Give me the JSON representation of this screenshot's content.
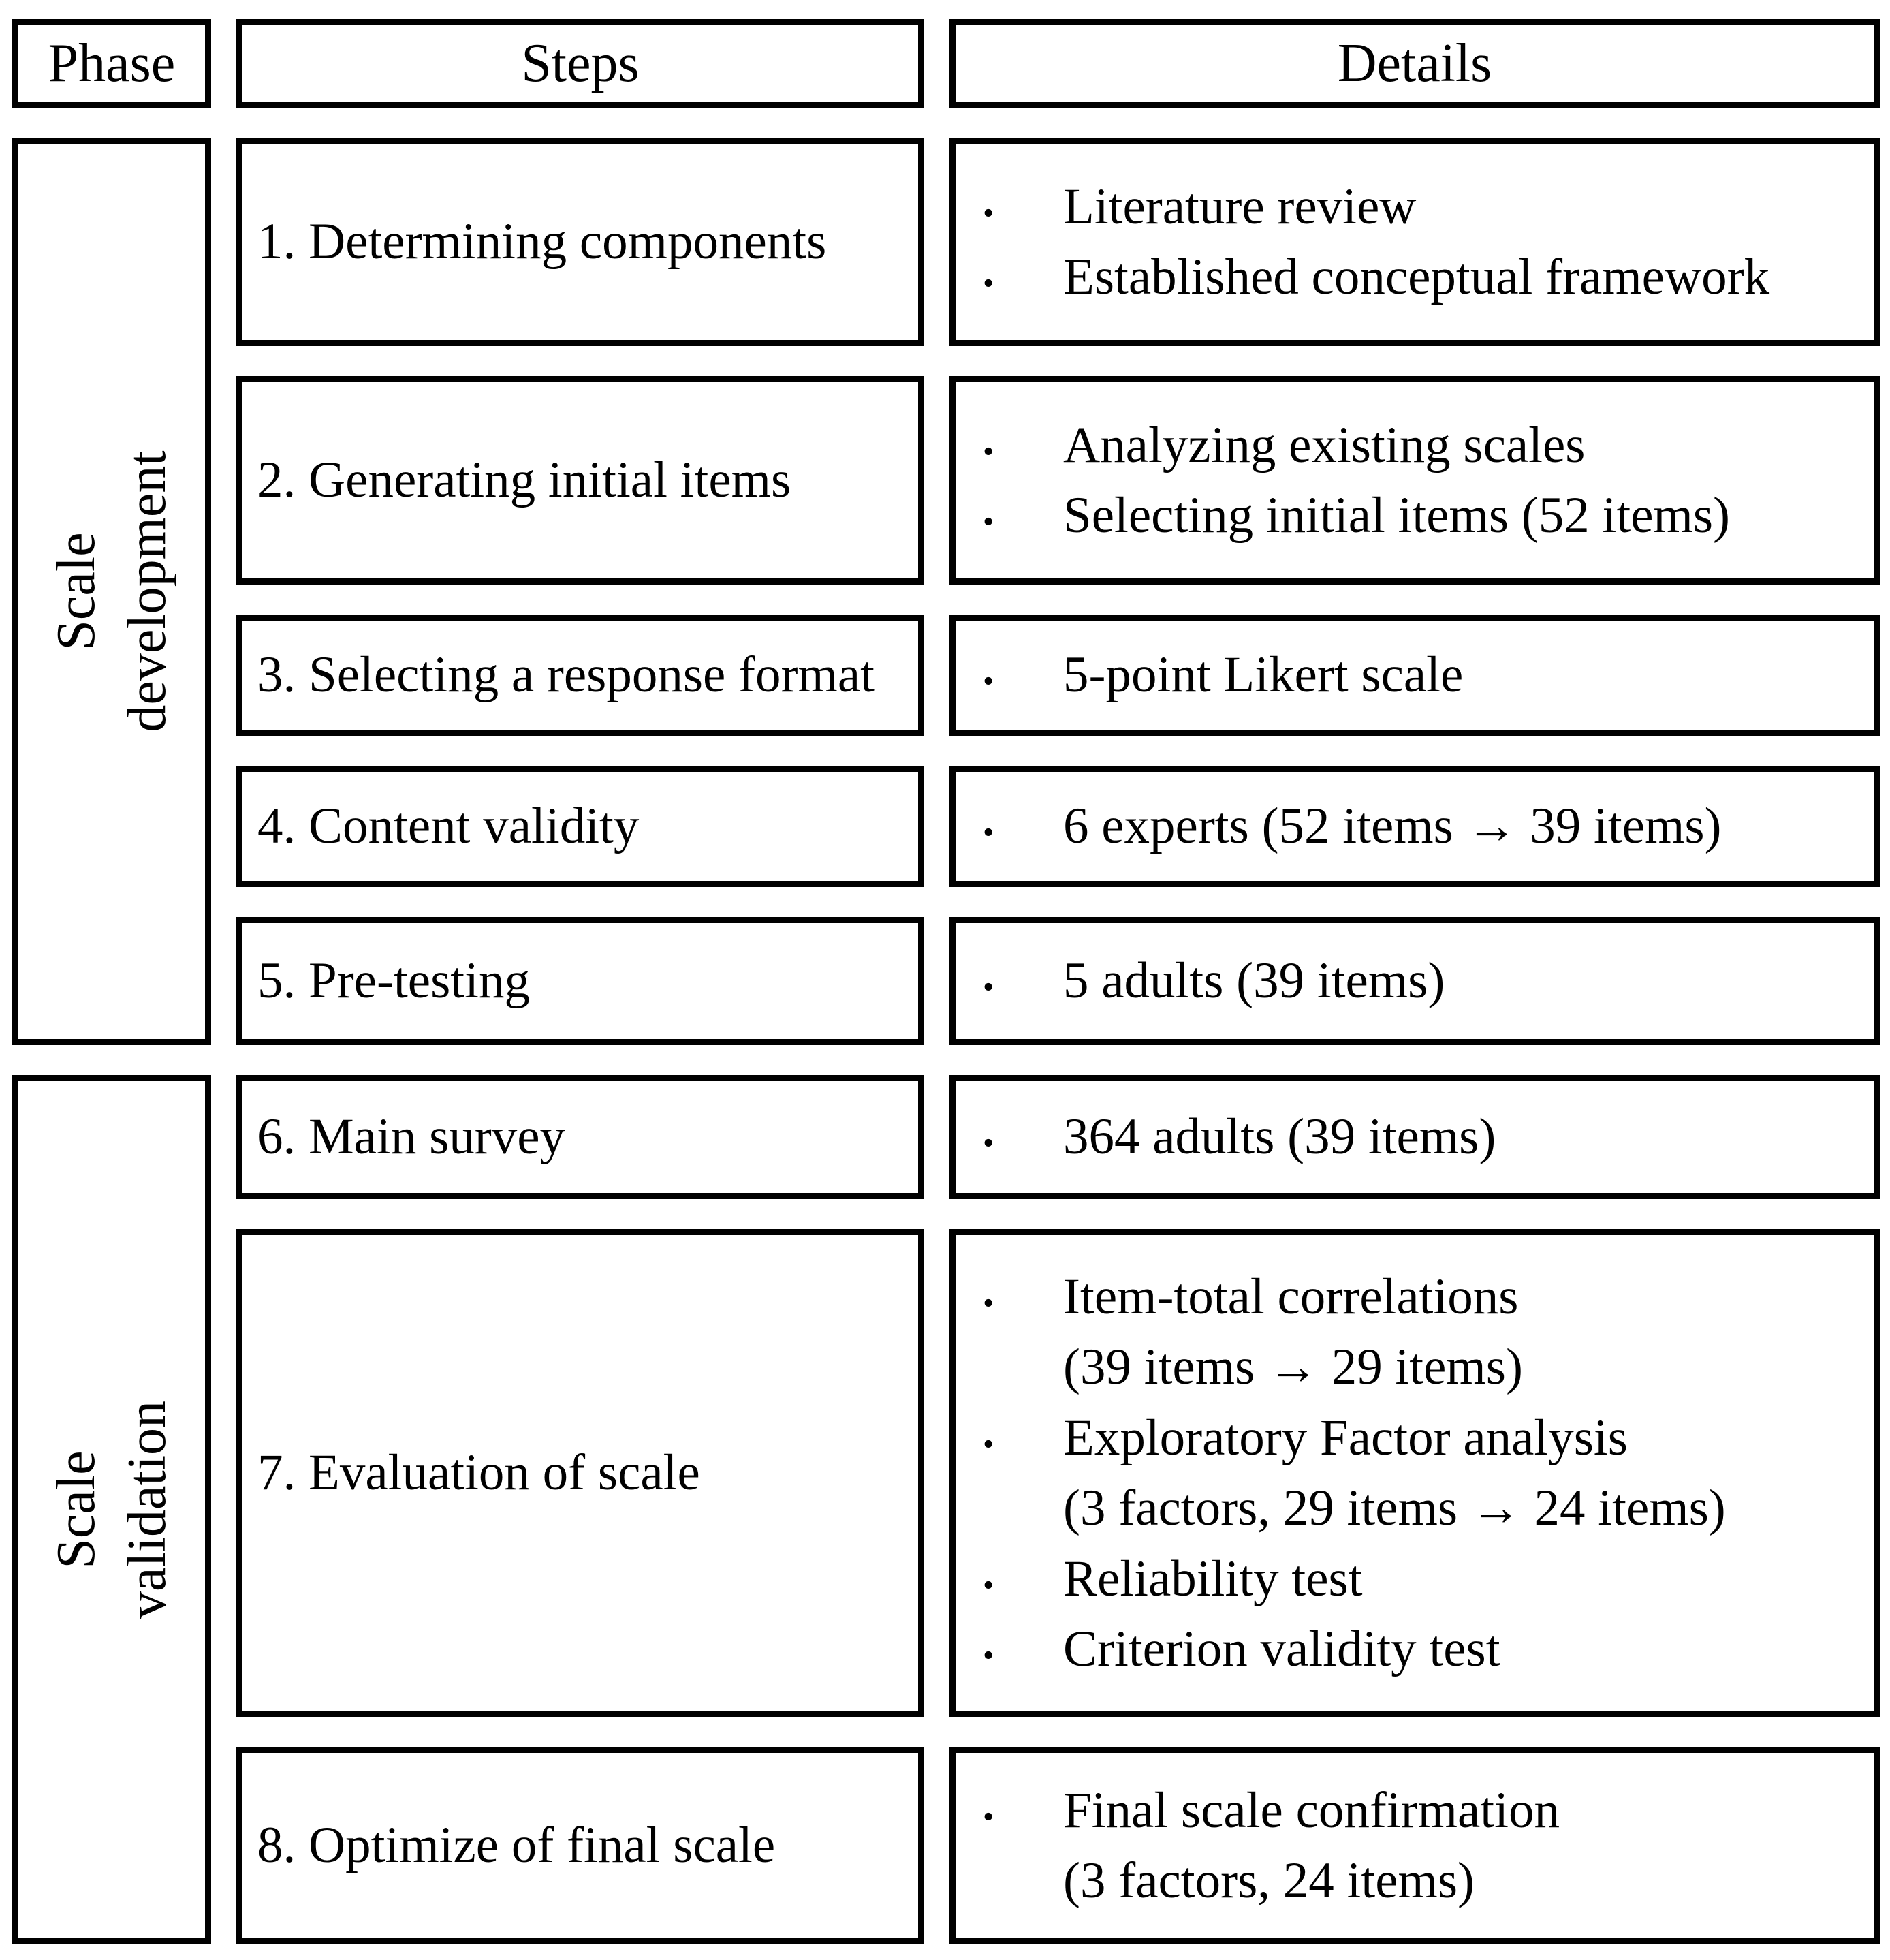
{
  "glyphs": {
    "bullet": "•"
  },
  "header": {
    "phase": "Phase",
    "steps": "Steps",
    "details": "Details"
  },
  "phases": [
    {
      "name": "Scale development",
      "label_lines": [
        "Scale",
        "development"
      ],
      "rows": [
        {
          "step": "1. Determining components",
          "details": [
            {
              "bullet": true,
              "text": "Literature review"
            },
            {
              "bullet": true,
              "text": "Established conceptual framework"
            }
          ]
        },
        {
          "step": "2. Generating initial items",
          "details": [
            {
              "bullet": true,
              "text": "Analyzing existing scales"
            },
            {
              "bullet": true,
              "text": "Selecting initial items (52 items)"
            }
          ]
        },
        {
          "step": "3. Selecting a response format",
          "details": [
            {
              "bullet": true,
              "text": "5-point Likert scale"
            }
          ]
        },
        {
          "step": "4. Content validity",
          "details": [
            {
              "bullet": true,
              "text": "6 experts (52 items → 39 items)"
            }
          ]
        },
        {
          "step": "5. Pre-testing",
          "details": [
            {
              "bullet": true,
              "text": "5 adults (39 items)"
            }
          ]
        }
      ]
    },
    {
      "name": "Scale validation",
      "label_lines": [
        "Scale",
        "validation"
      ],
      "rows": [
        {
          "step": "6. Main survey",
          "details": [
            {
              "bullet": true,
              "text": "364 adults (39 items)"
            }
          ]
        },
        {
          "step": "7. Evaluation of scale",
          "details": [
            {
              "bullet": true,
              "text": "Item-total correlations"
            },
            {
              "bullet": false,
              "text": "(39 items → 29 items)"
            },
            {
              "bullet": true,
              "text": "Exploratory Factor analysis"
            },
            {
              "bullet": false,
              "text": "(3 factors, 29 items → 24 items)"
            },
            {
              "bullet": true,
              "text": "Reliability test"
            },
            {
              "bullet": true,
              "text": "Criterion validity test"
            }
          ]
        },
        {
          "step": "8. Optimize of final scale",
          "details": [
            {
              "bullet": true,
              "text": "Final scale confirmation"
            },
            {
              "bullet": false,
              "text": "(3 factors, 24 items)"
            }
          ]
        }
      ]
    }
  ]
}
